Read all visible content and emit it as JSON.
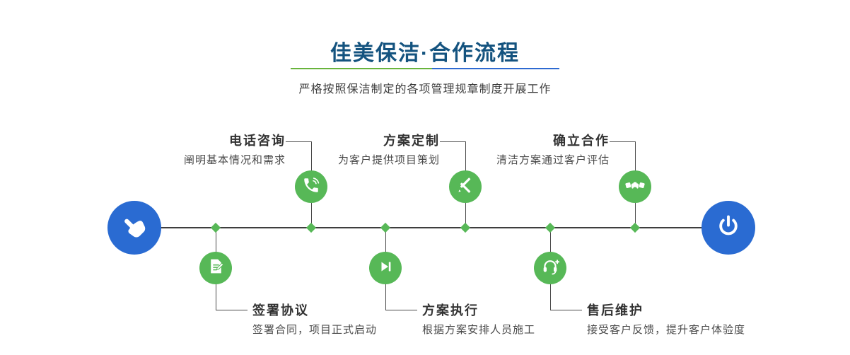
{
  "header": {
    "title": "佳美保洁·合作流程",
    "subtitle": "严格按照保洁制定的各项管理规章制度开展工作"
  },
  "colors": {
    "accent_green": "#57b857",
    "accent_blue": "#2a6bd2",
    "title_blue": "#14537f",
    "divider_green": "#68b43c",
    "divider_blue": "#2e6ad1",
    "line_dark": "#3e3e3e"
  },
  "timeline": {
    "start_icon": "hand-pointer-icon",
    "end_icon": "power-icon",
    "steps_top": [
      {
        "title": "电话咨询",
        "desc": "阐明基本情况和需求",
        "icon": "phone-icon"
      },
      {
        "title": "方案定制",
        "desc": "为客户提供项目策划",
        "icon": "design-icon"
      },
      {
        "title": "确立合作",
        "desc": "清洁方案通过客户评估",
        "icon": "handshake-icon"
      }
    ],
    "steps_bottom": [
      {
        "title": "签署协议",
        "desc": "签署合同，项目正式启动",
        "icon": "contract-icon"
      },
      {
        "title": "方案执行",
        "desc": "根据方案安排人员施工",
        "icon": "execute-icon"
      },
      {
        "title": "售后维护",
        "desc": "接受客户反馈，提升客户体验度",
        "icon": "service-icon"
      }
    ]
  }
}
